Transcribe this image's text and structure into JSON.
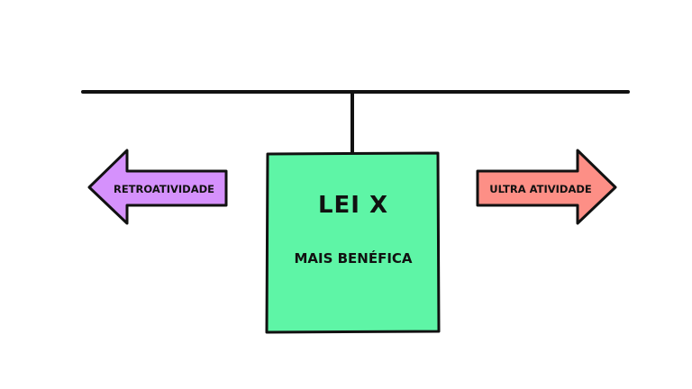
{
  "timeline": {
    "stroke_color": "#111111"
  },
  "main_box": {
    "title": "LEI X",
    "subtitle": "MAIS BENÉFICA",
    "fill_color": "#5ef5a6",
    "stroke_color": "#111111"
  },
  "left_arrow": {
    "label": "RETROATIVIDADE",
    "direction": "left",
    "fill_color": "#d591fc",
    "stroke_color": "#111111"
  },
  "right_arrow": {
    "label": "ULTRA ATIVIDADE",
    "direction": "right",
    "fill_color": "#fd8f86",
    "stroke_color": "#111111"
  }
}
